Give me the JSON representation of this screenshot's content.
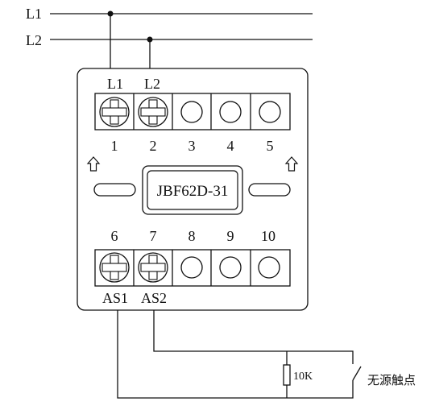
{
  "bus": {
    "lines": [
      {
        "label": "L1"
      },
      {
        "label": "L2"
      }
    ]
  },
  "module": {
    "model": "JBF62D-31",
    "top_labels": [
      "L1",
      "L2"
    ],
    "top_numbers": [
      "1",
      "2",
      "3",
      "4",
      "5"
    ],
    "bottom_numbers": [
      "6",
      "7",
      "8",
      "9",
      "10"
    ],
    "bottom_labels": [
      "AS1",
      "AS2"
    ]
  },
  "external": {
    "resistor_label": "10K",
    "contact_label": "无源触点"
  },
  "colors": {
    "stroke": "#111111",
    "background": "#ffffff"
  },
  "icons": [
    "up-arrow-icon",
    "screw-terminal-icon",
    "empty-terminal-icon",
    "mounting-slot-icon",
    "resistor-icon",
    "switch-contact-icon"
  ]
}
